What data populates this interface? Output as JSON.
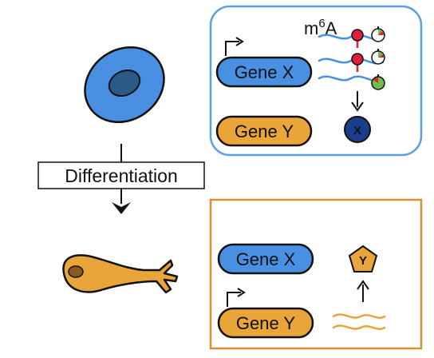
{
  "colors": {
    "blue": "#4a90e2",
    "orange": "#e9a53a",
    "blue_border": "#5aa0e0",
    "orange_border": "#d89030",
    "dark_blue": "#1a3e8c",
    "red": "#e0203a",
    "green": "#6cc04a"
  },
  "stage_label": "Differentiation",
  "top_panel": {
    "modification_base": "m",
    "modification_sup": "6",
    "modification_suffix": "A",
    "gene_x": "Gene X",
    "gene_y": "Gene Y",
    "protein_x": "X"
  },
  "bottom_panel": {
    "gene_x": "Gene X",
    "gene_y": "Gene Y",
    "protein_y": "Y"
  }
}
